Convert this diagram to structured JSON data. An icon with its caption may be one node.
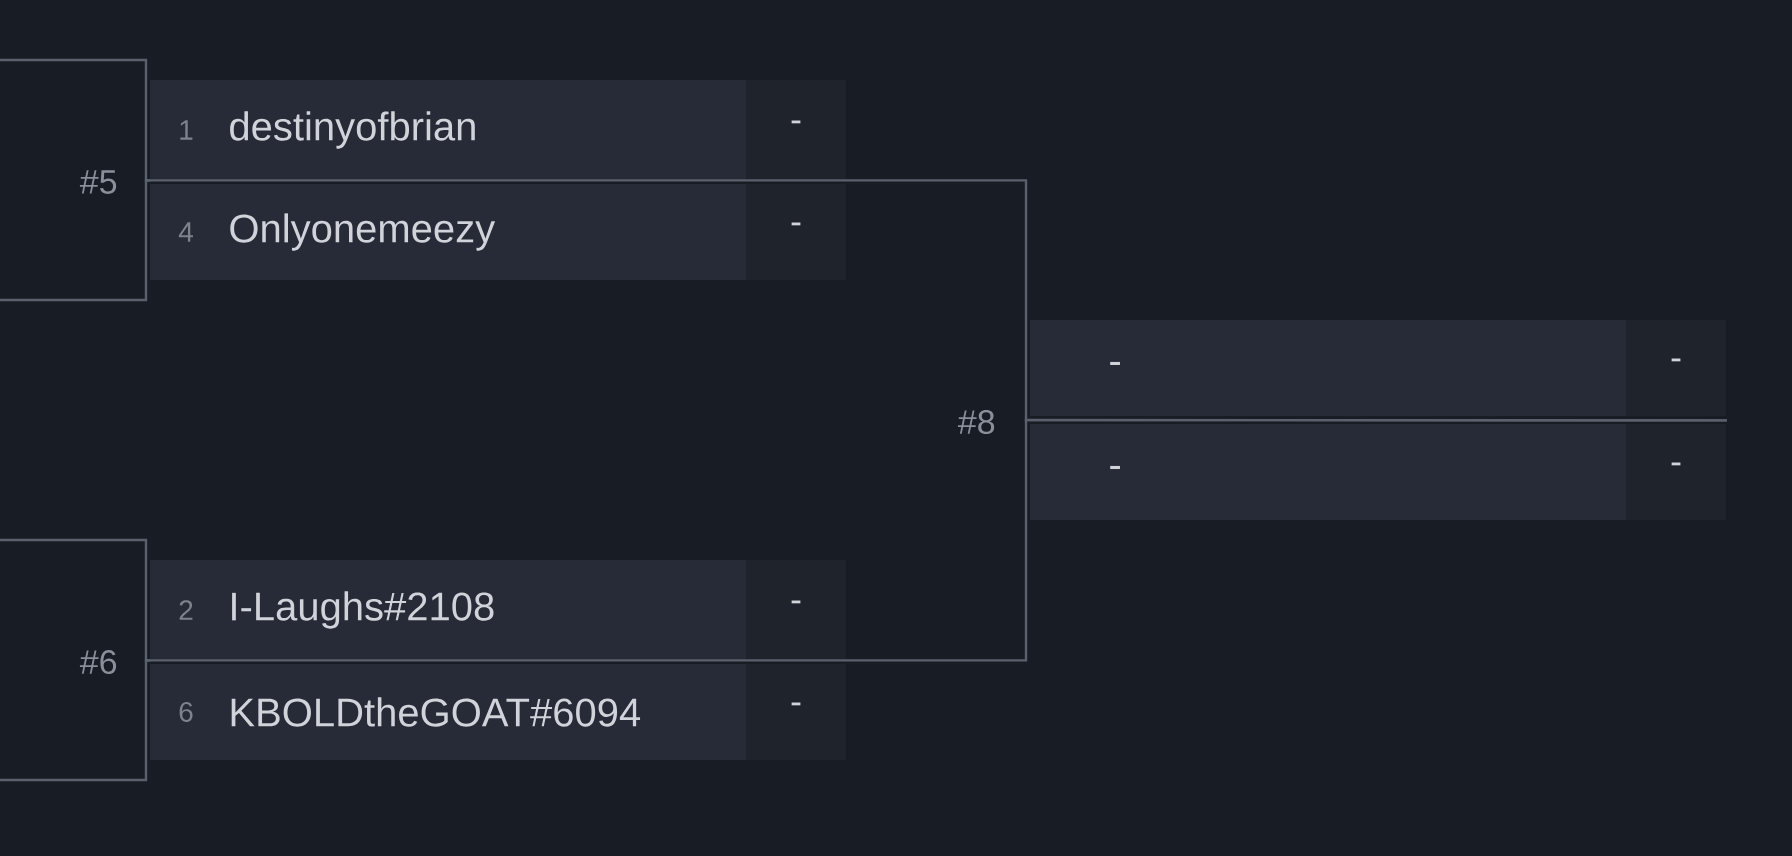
{
  "diagram": {
    "nodes": [
      {
        "text": [
          "#5"
        ]
      },
      {
        "text": [
          "1",
          "destinyofbrian",
          "-"
        ],
        "in": 0
      },
      {
        "text": [
          "4",
          "Onlyonemeezy",
          "-"
        ],
        "in": 0
      },
      {
        "text": [
          "#6"
        ]
      },
      {
        "text": [
          "2",
          "I-Laughs#2108",
          "-"
        ],
        "in": 3
      },
      {
        "text": [
          "6",
          "KBOLDtheGOAT#6094",
          "-"
        ],
        "in": 3
      },
      {
        "text": [
          "#8"
        ]
      },
      {
        "text": [
          "-",
          "-"
        ],
        "in": 6
      },
      {
        "text": [
          "-",
          "-"
        ],
        "in": 6
      }
    ],
    "edges": [
      {
        "from": null,
        "to": 0,
        "arrow": "none"
      },
      {
        "from": null,
        "to": 0,
        "arrow": "none"
      },
      {
        "from": null,
        "to": 3,
        "arrow": "none"
      },
      {
        "from": null,
        "to": 3,
        "arrow": "none"
      },
      {
        "from": 1,
        "to": 6,
        "arrow": "none"
      },
      {
        "from": 2,
        "to": 6,
        "arrow": "none"
      },
      {
        "from": 4,
        "to": 6,
        "arrow": "none"
      },
      {
        "from": 5,
        "to": 6,
        "arrow": "none"
      }
    ]
  }
}
